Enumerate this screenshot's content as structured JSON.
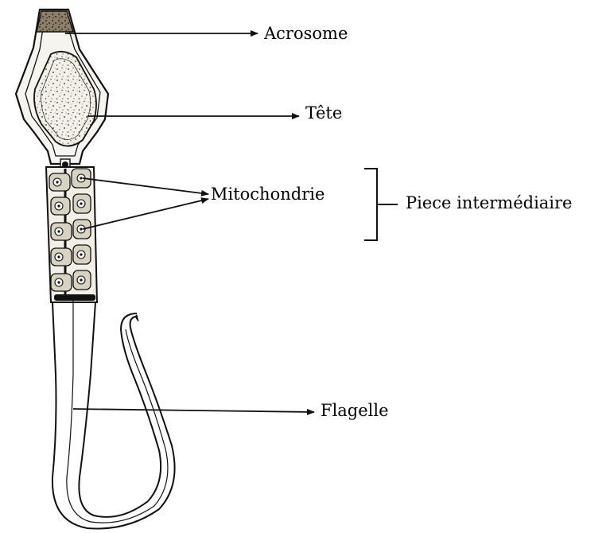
{
  "labels": {
    "acrosome": "Acrosome",
    "tete": "Tête",
    "mitochondrie": "Mitochondrie",
    "piece_intermediaire": "Piece intermédiaire",
    "flagelle": "Flagelle"
  },
  "colors": {
    "ink": "#111111",
    "acrosome_fill": "#8a7d6a",
    "cell_fill": "#f4f1ea",
    "mito_fill": "#d9d4c7"
  }
}
